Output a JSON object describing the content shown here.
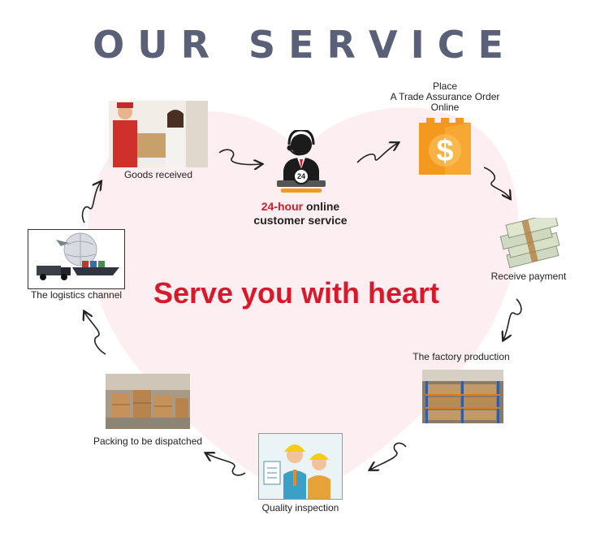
{
  "header": {
    "title": "OUR SERVICE"
  },
  "center": {
    "slogan": "Serve you with heart"
  },
  "steps": {
    "place_order": {
      "line1": "Place",
      "line2": "A Trade Assurance Order",
      "line3": "Online"
    },
    "receive_payment": {
      "label": "Receive payment"
    },
    "factory_production": {
      "label": "The factory production"
    },
    "quality_inspection": {
      "label": "Quality inspection"
    },
    "packing": {
      "label": "Packing to be dispatched"
    },
    "logistics": {
      "label": "The logistics channel"
    },
    "goods_received": {
      "label": "Goods received"
    },
    "customer_service": {
      "hours": "24-hour",
      "line1_rest": " online",
      "line2": "customer service",
      "badge": "24"
    }
  },
  "colors": {
    "title": "#5a6077",
    "accent_red": "#d8192a",
    "heart_fill": "#fdeef2",
    "arrow": "#222222",
    "order_icon": "#f39a1e"
  },
  "icons": {
    "place_order": "shopping-bag-dollar-icon",
    "customer_service": "headset-operator-icon",
    "receive_payment": "cash-stacks-icon"
  }
}
